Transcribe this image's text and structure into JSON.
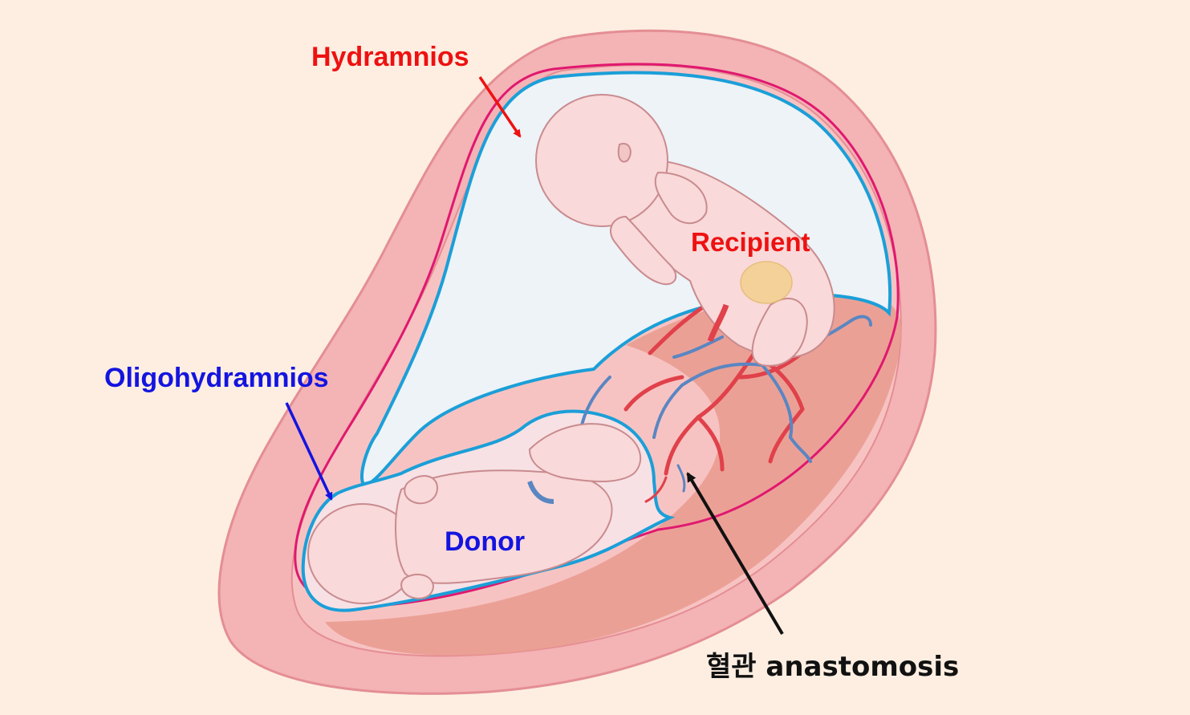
{
  "labels": {
    "hydramnios": "Hydramnios",
    "recipient": "Recipient",
    "oligohydramnios": "Oligohydramnios",
    "donor": "Donor",
    "anastomosis": "혈관 anastomosis"
  },
  "colors": {
    "background": "#fdeee1",
    "uterus_wall": "#f4b3b5",
    "uterus_outline": "#e48e94",
    "placenta": "#e99a8e",
    "amnion_fluid": "#edf3f7",
    "membrane_red": "#e0186f",
    "membrane_blue": "#1b9fd8",
    "fetus_skin": "#f9d9d9",
    "fetus_outline": "#c98b8f",
    "artery": "#e0414a",
    "vein": "#5a86c2",
    "label_red": "#ee1111",
    "label_blue": "#1414e0",
    "label_black": "#111111"
  }
}
